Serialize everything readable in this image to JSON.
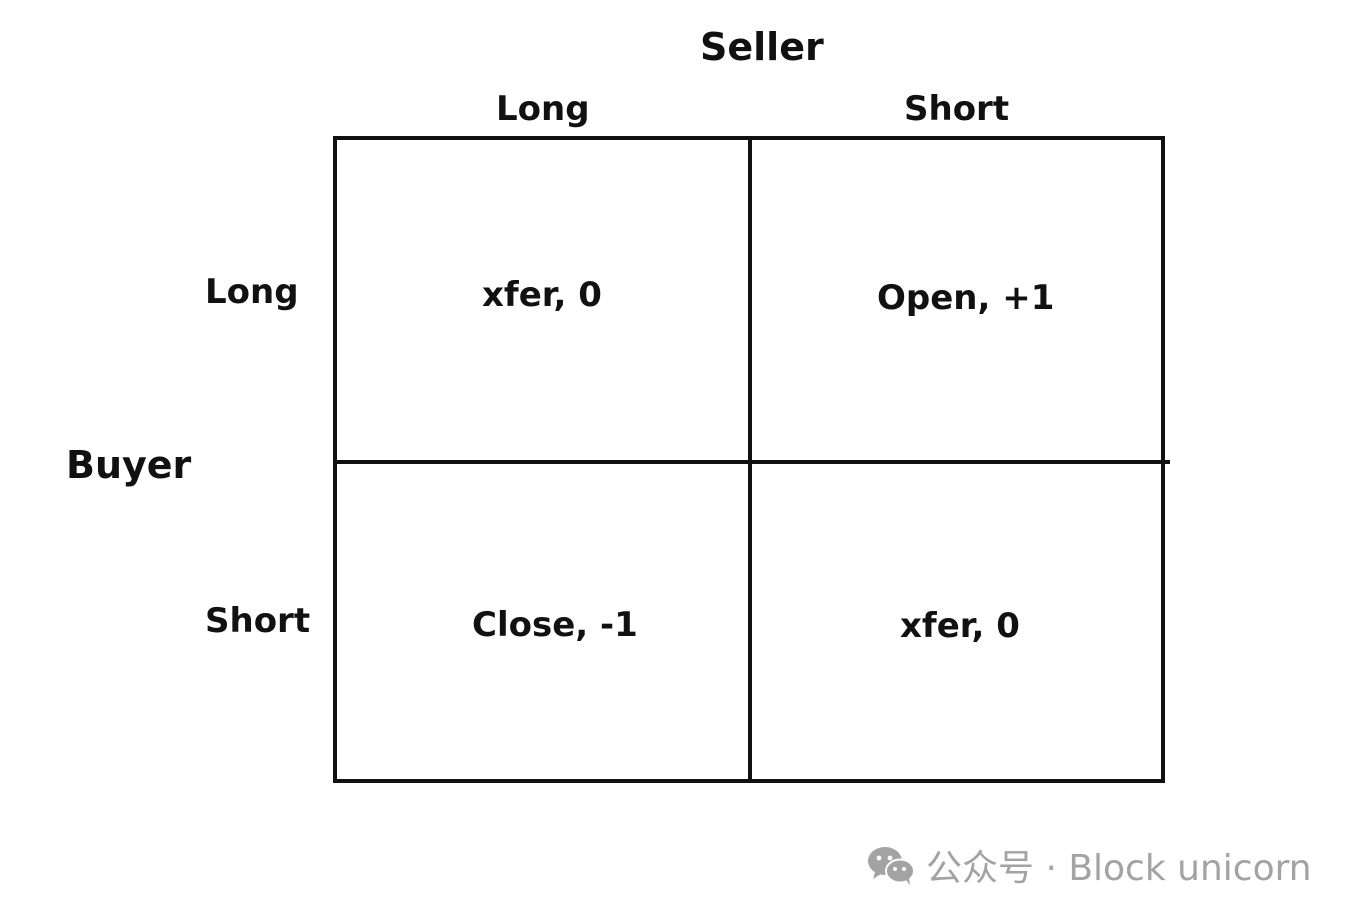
{
  "header": {
    "seller": "Seller",
    "columns": [
      "Long",
      "Short"
    ]
  },
  "side": {
    "buyer": "Buyer",
    "rows": [
      "Long",
      "Short"
    ]
  },
  "matrix": {
    "long_long": "xfer, 0",
    "long_short": "Open, +1",
    "short_long": "Close, -1",
    "short_short": "xfer, 0"
  },
  "watermark": {
    "icon": "wechat-icon",
    "text": "公众号 · Block unicorn"
  }
}
